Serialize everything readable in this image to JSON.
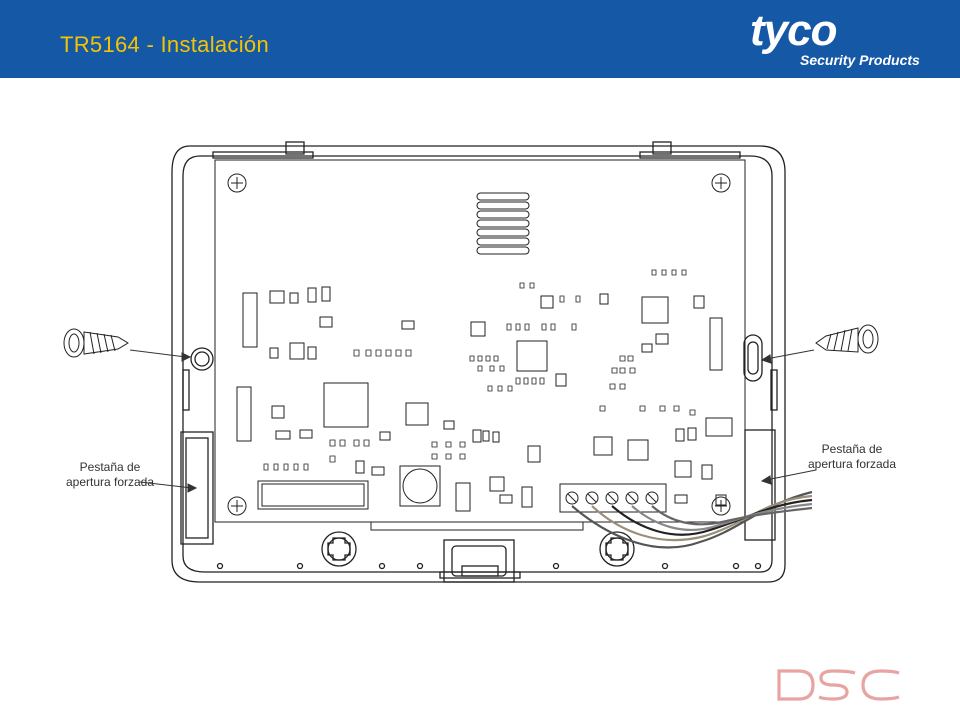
{
  "header": {
    "title": "TR5164 - Instalación",
    "background_color": "#1558a6",
    "title_color": "#f5c400"
  },
  "logo": {
    "word": "tyco",
    "subtitle": "Security Products"
  },
  "callouts": {
    "left_tab_label": "Pestaña de apertura forzada",
    "right_tab_label": "Pestaña de apertura forzada"
  },
  "footer": {
    "brand": "DSC",
    "brand_color": "#e8a3a3"
  },
  "icons": [
    "screw-left-icon",
    "screw-right-icon",
    "antenna-coil-icon",
    "terminal-block-icon"
  ]
}
